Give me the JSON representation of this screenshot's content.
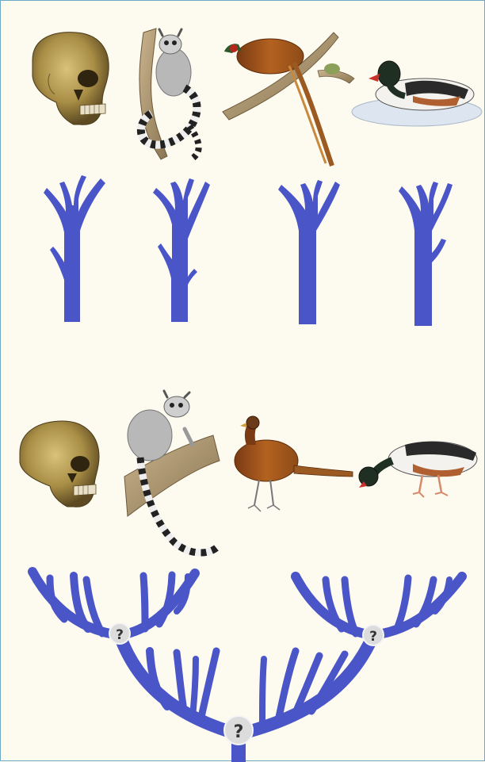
{
  "colors": {
    "background": "#fdfaf0",
    "branch": "#4a55c8",
    "border": "#6fa8c4",
    "node_fill": "#dcdcdc",
    "node_stroke": "#f0f0f0",
    "node_text": "#333333"
  },
  "top_row": {
    "organisms": [
      {
        "name": "skull-illustration",
        "kind": "human skull"
      },
      {
        "name": "lemur-illustration",
        "kind": "ring-tailed lemur"
      },
      {
        "name": "pheasant-illustration",
        "kind": "pheasant"
      },
      {
        "name": "duck-illustration",
        "kind": "shelduck"
      }
    ]
  },
  "bottom_row": {
    "organisms": [
      {
        "name": "skull-illustration-2",
        "kind": "human skull"
      },
      {
        "name": "lemur-illustration-2",
        "kind": "ring-tailed lemur"
      },
      {
        "name": "pheasant-illustration-2",
        "kind": "pheasant"
      },
      {
        "name": "duck-illustration-2",
        "kind": "shelduck"
      }
    ]
  },
  "tree_nodes": {
    "left": "?",
    "right": "?",
    "root": "?"
  }
}
